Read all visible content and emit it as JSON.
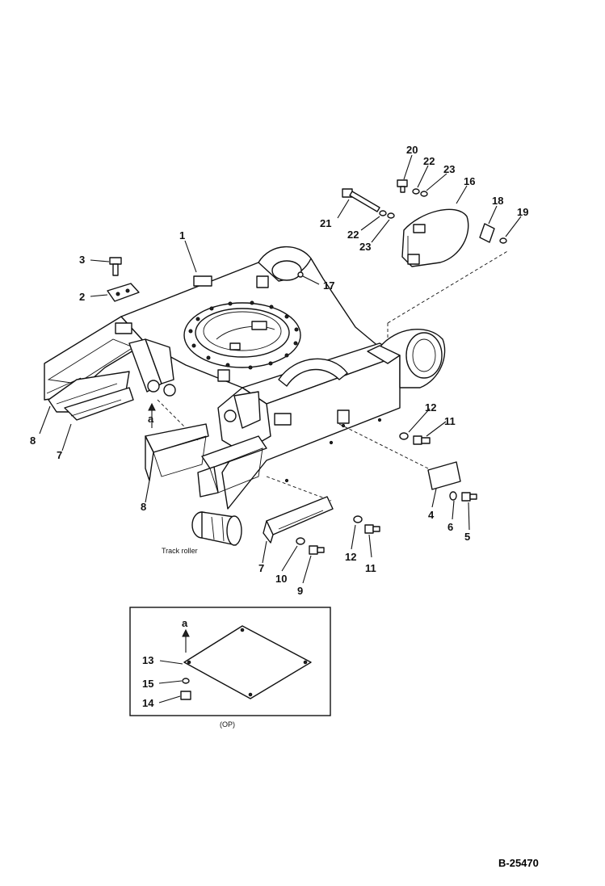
{
  "callouts": {
    "c1": "1",
    "c2": "2",
    "c3": "3",
    "c4": "4",
    "c5": "5",
    "c6": "6",
    "c7a": "7",
    "c7b": "7",
    "c8a": "8",
    "c8b": "8",
    "c9": "9",
    "c10": "10",
    "c11a": "11",
    "c11b": "11",
    "c12a": "12",
    "c12b": "12",
    "c13": "13",
    "c14": "14",
    "c15": "15",
    "c16": "16",
    "c17": "17",
    "c18": "18",
    "c19": "19",
    "c20": "20",
    "c21": "21",
    "c22a": "22",
    "c22b": "22",
    "c23a": "23",
    "c23b": "23"
  },
  "arrow_label_main": "a",
  "arrow_label_inset": "a",
  "track_roller_label": "Track roller",
  "inset_caption": "(OP)",
  "drawing_code": "B-25470"
}
